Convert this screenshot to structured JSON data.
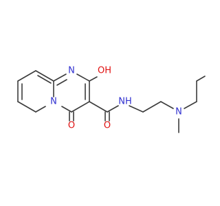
{
  "molecule": {
    "atoms": {
      "n_ring": {
        "label": "N",
        "color": "#3030d0"
      },
      "n_bridge": {
        "label": "N",
        "color": "#3030d0"
      },
      "oh": {
        "label": "OH",
        "color": "#e01010"
      },
      "o_ketone": {
        "label": "O",
        "color": "#e01010"
      },
      "nh": {
        "label": "NH",
        "color": "#3030d0"
      },
      "o_amide": {
        "label": "O",
        "color": "#e01010"
      },
      "n_amine": {
        "label": "N",
        "color": "#3030d0"
      }
    }
  }
}
